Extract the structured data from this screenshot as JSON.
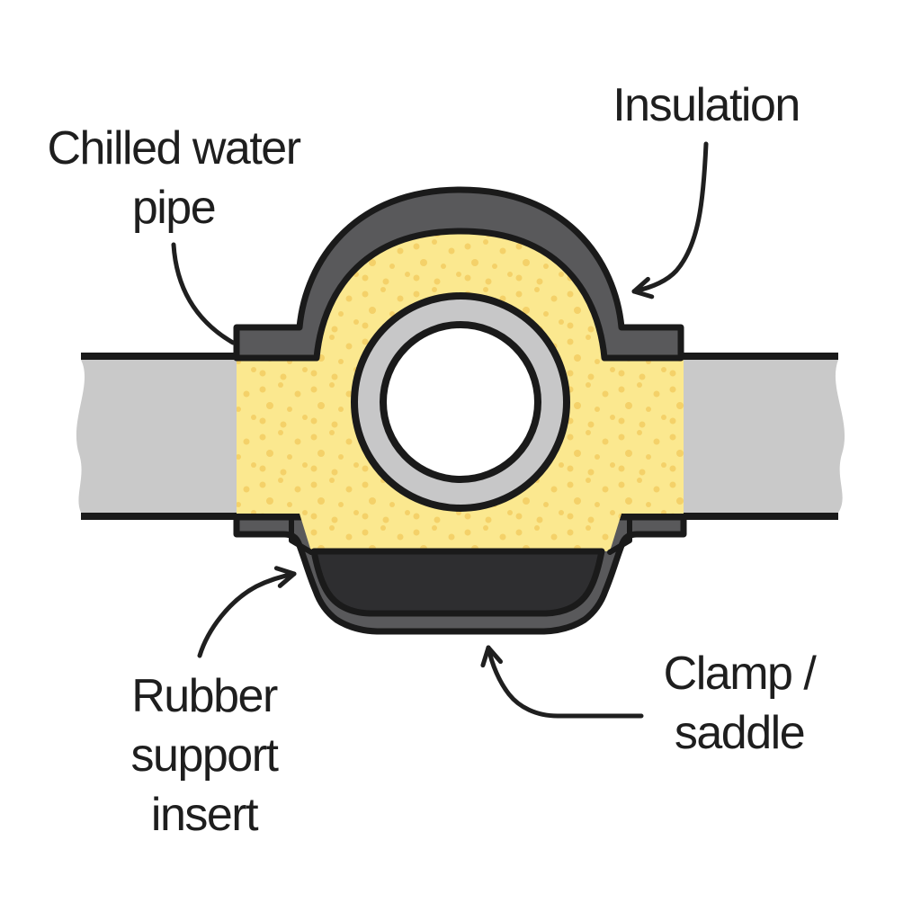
{
  "labels": {
    "chilled_water_pipe": "Chilled water\npipe",
    "insulation": "Insulation",
    "rubber_support_insert": "Rubber\nsupport\ninsert",
    "clamp_saddle": "Clamp /\nsaddle"
  },
  "colors": {
    "background": "#ffffff",
    "outline": "#1a1a1a",
    "clamp_gray": "#59595b",
    "pipe_gray": "#c9c9c9",
    "ring_gray": "#c7c7c8",
    "insulation_yellow": "#fbe88f",
    "insulation_dot": "#f4d169",
    "rubber_dark": "#2e2e30",
    "text": "#1e1e1e",
    "arrow": "#1f1f1f"
  },
  "parts": {
    "pipe": "chilled water pipe (horizontal, wavy break ends)",
    "insulation": "speckled yellow insulation block with dome",
    "clamp_top": "dark gray clamp dome with side flanges",
    "saddle_bottom": "dark gray saddle trough with side flanges",
    "rubber_insert": "near-black rubber support insert",
    "pipe_ring": "pipe cross-section ring with white bore"
  }
}
